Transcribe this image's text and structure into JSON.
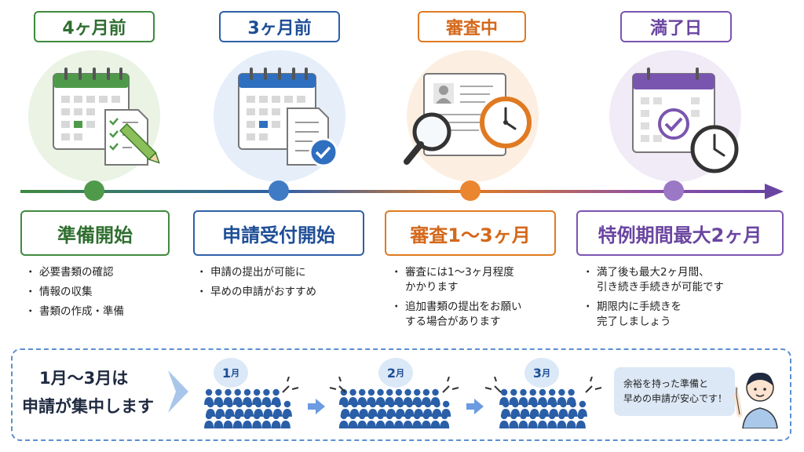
{
  "stages": [
    {
      "top_label": "4ヶ月前",
      "title": "準備開始",
      "color": "#3f8a3f",
      "light": "#eaf3e4",
      "bullets": [
        "必要書類の確認",
        "情報の収集",
        "書類の作成・準備"
      ]
    },
    {
      "top_label": "3ヶ月前",
      "title": "申請受付開始",
      "color": "#2f5fa8",
      "light": "#e6eef9",
      "bullets": [
        "申請の提出が可能に",
        "早めの申請がおすすめ"
      ]
    },
    {
      "top_label": "審査中",
      "title": "審査1〜3ヶ月",
      "color": "#e07a22",
      "light": "#fcefe1",
      "bullets": [
        "審査には1〜3ヶ月程度\nかかります",
        "追加書類の提出をお願い\nする場合があります"
      ]
    },
    {
      "top_label": "満了日",
      "title": "特例期間最大2ヶ月",
      "color": "#7a55b0",
      "light": "#f0ebf7",
      "bullets": [
        "満了後も最大2ヶ月間、\n引き続き手続きが可能です",
        "期限内に手続きを\n完了しましょう"
      ]
    }
  ],
  "bottom": {
    "headline_line1": "1月〜3月は",
    "headline_line2": "申請が集中します",
    "months": [
      {
        "num": "1",
        "unit": "月"
      },
      {
        "num": "2",
        "unit": "月"
      },
      {
        "num": "3",
        "unit": "月"
      }
    ],
    "advice": "余裕を持った準備と\n早めの申請が安心です！"
  },
  "icons": [
    "calendar-checklist-icon",
    "calendar-document-check-icon",
    "magnifier-profile-clock-icon",
    "calendar-check-clock-icon",
    "arrow-right-icon",
    "person-raising-hand-icon"
  ]
}
